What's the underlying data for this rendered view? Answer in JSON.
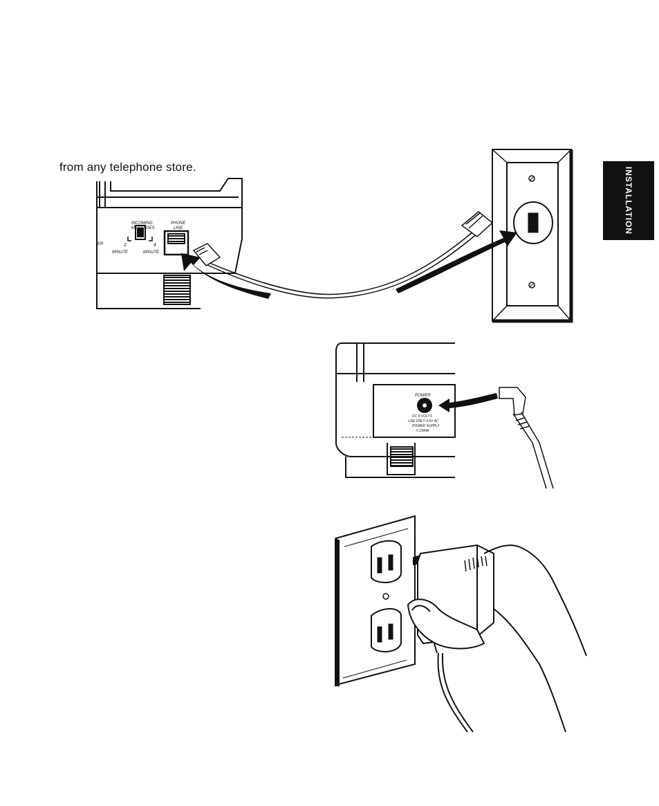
{
  "caption": "from any telephone store.",
  "side_tab": "INSTALLATION",
  "labels": {
    "incoming_messages": "INCOMING",
    "incoming_messages_2": "MESSAGES",
    "phone_line": "PHONE",
    "phone_line_2": "LINE",
    "two": "2",
    "four": "4",
    "minute_left": "MINUTE",
    "minute_right": "MINUTE",
    "partial": "ER",
    "power": "POWER",
    "power_spec_1": "DC 9 VOLTS",
    "power_spec_2": "USE ONLY 9.5V AC",
    "power_spec_3": "POWER SUPPLY",
    "power_spec_4": "5 2344A"
  },
  "colors": {
    "ink": "#111111",
    "tab_bg": "#111111",
    "tab_text": "#ffffff"
  }
}
